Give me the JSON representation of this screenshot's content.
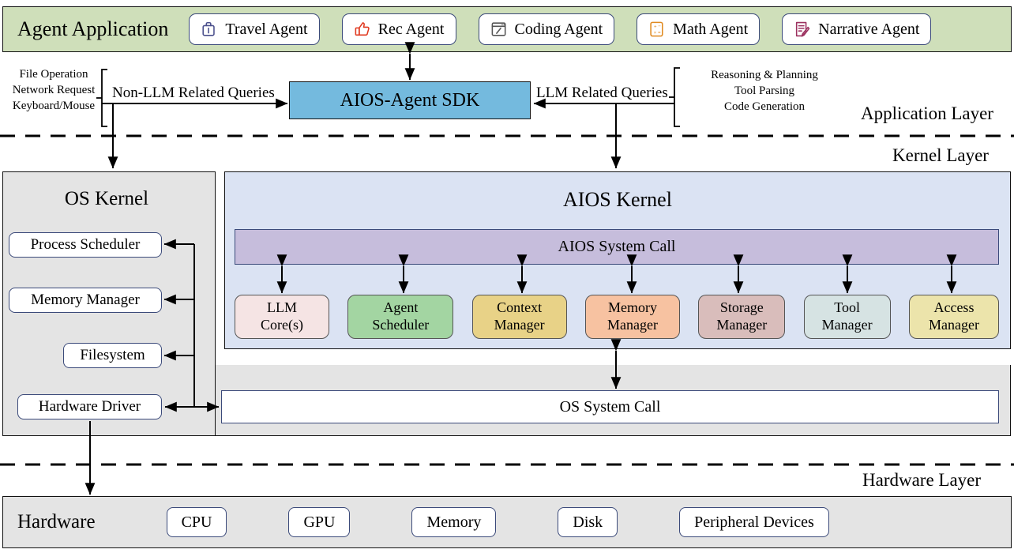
{
  "application": {
    "band_title": "Agent Application",
    "agents": [
      {
        "label": "Travel Agent",
        "icon": "suitcase-icon",
        "icon_color": "#4a4f8c"
      },
      {
        "label": "Rec Agent",
        "icon": "thumbs-up-icon",
        "icon_color": "#e03a20"
      },
      {
        "label": "Coding Agent",
        "icon": "code-window-icon",
        "icon_color": "#555555"
      },
      {
        "label": "Math Agent",
        "icon": "calculator-icon",
        "icon_color": "#e08a20"
      },
      {
        "label": "Narrative Agent",
        "icon": "note-pen-icon",
        "icon_color": "#9c3260"
      }
    ],
    "sdk_label": "AIOS-Agent SDK",
    "left_queries_label": "Non-LLM Related Queries",
    "left_query_items": [
      "File Operation",
      "Network Request",
      "Keyboard/Mouse"
    ],
    "right_queries_label": "LLM Related Queries",
    "right_query_items": [
      "Reasoning & Planning",
      "Tool Parsing",
      "Code Generation"
    ]
  },
  "layers": {
    "application": "Application Layer",
    "kernel": "Kernel Layer",
    "hardware": "Hardware Layer"
  },
  "os_kernel": {
    "title": "OS Kernel",
    "items": [
      "Process Scheduler",
      "Memory Manager",
      "Filesystem",
      "Hardware Driver"
    ],
    "system_call": "OS System Call"
  },
  "aios_kernel": {
    "title": "AIOS Kernel",
    "system_call": "AIOS System Call",
    "modules": [
      {
        "label": "LLM\nCore(s)",
        "line1": "LLM",
        "line2": "Core(s)",
        "color": "#f5e4e4"
      },
      {
        "label": "Agent\nScheduler",
        "line1": "Agent",
        "line2": "Scheduler",
        "color": "#a3d5a2"
      },
      {
        "label": "Context\nManager",
        "line1": "Context",
        "line2": "Manager",
        "color": "#e8d287"
      },
      {
        "label": "Memory\nManager",
        "line1": "Memory",
        "line2": "Manager",
        "color": "#f7c2a1"
      },
      {
        "label": "Storage\nManager",
        "line1": "Storage",
        "line2": "Manager",
        "color": "#d9bdbb"
      },
      {
        "label": "Tool\nManager",
        "line1": "Tool",
        "line2": "Manager",
        "color": "#d6e3e3"
      },
      {
        "label": "Access\nManager",
        "line1": "Access",
        "line2": "Manager",
        "color": "#ece4ab"
      }
    ]
  },
  "hardware": {
    "title": "Hardware",
    "items": [
      "CPU",
      "GPU",
      "Memory",
      "Disk",
      "Peripheral Devices"
    ]
  },
  "colors": {
    "agent_band": "#cfdfba",
    "sdk": "#74bade",
    "aios_kernel": "#dbe3f3",
    "aios_syscall": "#c6bddc",
    "os_grey": "#e4e4e4",
    "box_border": "#3b4a7a"
  }
}
